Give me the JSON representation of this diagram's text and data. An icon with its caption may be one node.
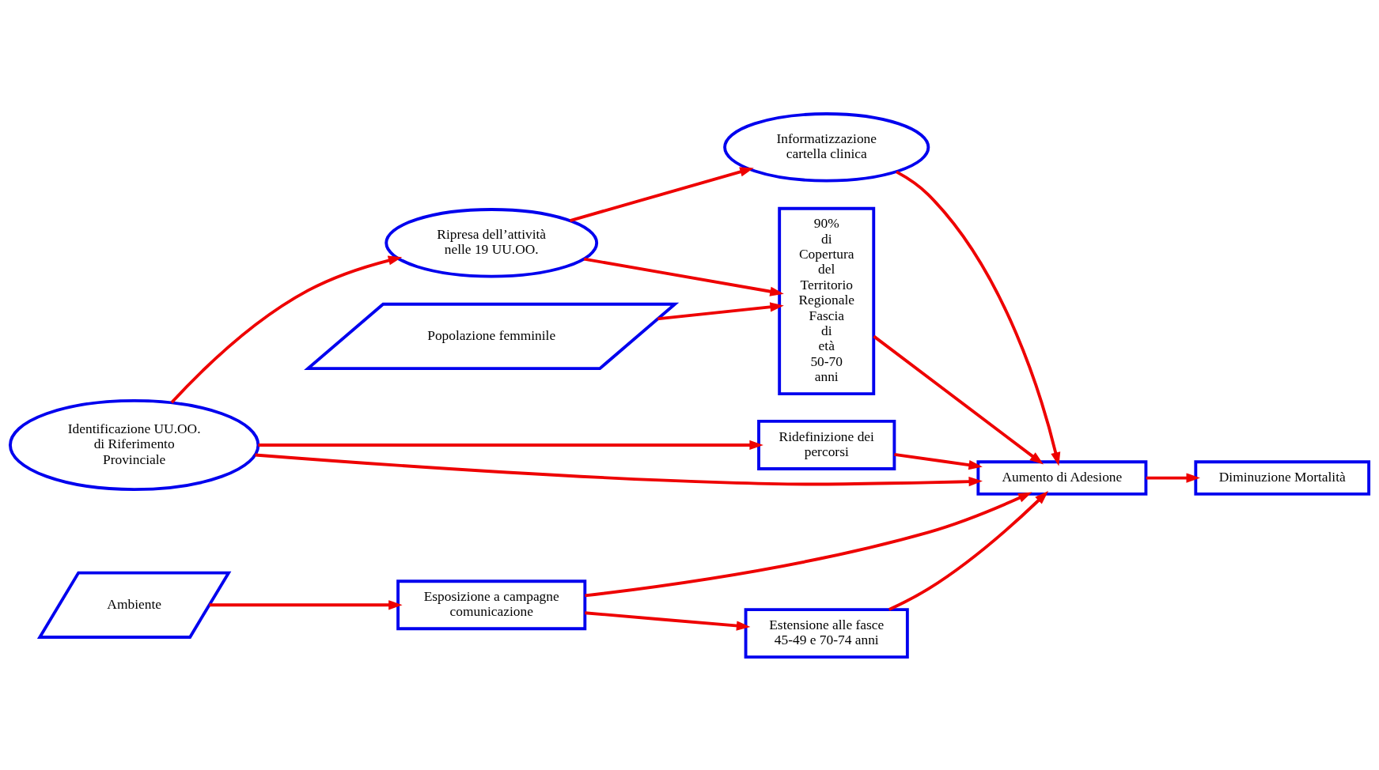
{
  "diagram": {
    "nodes": [
      {
        "text": [
          "Ripresa dell’attività nelle 19 UU.OO."
        ]
      },
      {
        "text": [
          "Identificazione UU.OO. di Riferimento Provinciale"
        ]
      },
      {
        "text": [
          "Ridefinizione dei percorsi"
        ]
      },
      {
        "text": [
          "Informatizzazione cartella clinica"
        ]
      },
      {
        "text": [
          "Popolazione femminile"
        ]
      },
      {
        "text": [
          "90% di Copertura del Territorio Regionale Fascia di età 50-70 anni"
        ]
      },
      {
        "text": [
          "Aumento di Adesione"
        ]
      },
      {
        "text": [
          "Diminuzione Mortalità"
        ]
      },
      {
        "text": [
          "Ambiente"
        ]
      },
      {
        "text": [
          "Esposizione a campagne comunicazione"
        ]
      },
      {
        "text": [
          "Estensione alle fasce 45-49 e 70-74 anni"
        ]
      }
    ],
    "edges": [
      {
        "from": 1,
        "to": 0,
        "arrow": "to"
      },
      {
        "from": 1,
        "to": 2,
        "arrow": "to"
      },
      {
        "from": 1,
        "to": 6,
        "arrow": "to"
      },
      {
        "from": 0,
        "to": 3,
        "arrow": "to"
      },
      {
        "from": 0,
        "to": 5,
        "arrow": "to"
      },
      {
        "from": 3,
        "to": 6,
        "arrow": "to"
      },
      {
        "from": 2,
        "to": 6,
        "arrow": "to"
      },
      {
        "from": 4,
        "to": 5,
        "arrow": "to"
      },
      {
        "from": 5,
        "to": 6,
        "arrow": "to"
      },
      {
        "from": 6,
        "to": 7,
        "arrow": "to"
      },
      {
        "from": 8,
        "to": 9,
        "arrow": "to"
      },
      {
        "from": 9,
        "to": 10,
        "arrow": "to"
      },
      {
        "from": 9,
        "to": 6,
        "arrow": "to"
      },
      {
        "from": 10,
        "to": 6,
        "arrow": "to"
      }
    ]
  }
}
